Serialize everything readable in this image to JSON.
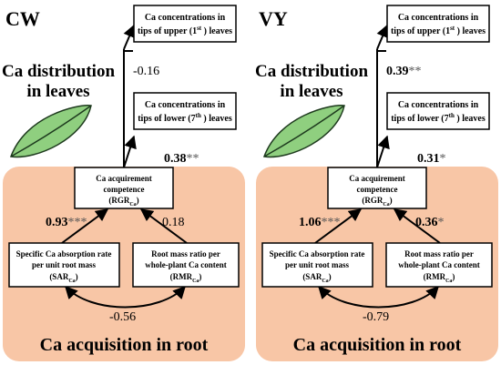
{
  "colors": {
    "root_panel_fill": "#f8c6a6",
    "leaf_fill": "#8fcf7f",
    "leaf_stroke": "#1e3a1e",
    "line": "#000000",
    "box_fill": "#ffffff",
    "sig_star": "#555555"
  },
  "panels": [
    {
      "id": "cw",
      "title": "CW",
      "distribution_label_line1": "Ca distribution",
      "distribution_label_line2": "in leaves",
      "upper_box": {
        "line1": "Ca concentrations in",
        "line2_pre": "tips of upper (1",
        "line2_sup": "st",
        "line2_post": " ) leaves"
      },
      "lower_box": {
        "line1": "Ca concentrations in",
        "line2_pre": "tips of lower (7",
        "line2_sup": "th",
        "line2_post": " ) leaves"
      },
      "rgr_box": {
        "line1": "Ca acquirement",
        "line2": "competence",
        "line3_pre": "(RGR",
        "line3_sub": "Ca",
        "line3_post": ")"
      },
      "sar_box": {
        "line1": "Specific Ca absorption rate",
        "line2": "per unit root mass",
        "line3_pre": "(SAR",
        "line3_sub": "Ca",
        "line3_post": ")"
      },
      "rmr_box": {
        "line1": "Root mass ratio per",
        "line2": "whole-plant Ca content",
        "line3_pre": "(RMR",
        "line3_sub": "Ca",
        "line3_post": ")"
      },
      "coef_upper": {
        "value": "-0.16",
        "stars": "",
        "bold": false
      },
      "coef_lower": {
        "value": "0.38",
        "stars": "**",
        "bold": true
      },
      "coef_sar": {
        "value": "0.93",
        "stars": "***",
        "bold": true
      },
      "coef_rmr": {
        "value": "0.18",
        "stars": "",
        "bold": false
      },
      "coef_corr": {
        "value": "-0.56",
        "stars": "",
        "bold": false
      },
      "root_label": "Ca acquisition in root"
    },
    {
      "id": "vy",
      "title": "VY",
      "distribution_label_line1": "Ca distribution",
      "distribution_label_line2": "in leaves",
      "upper_box": {
        "line1": "Ca concentrations in",
        "line2_pre": "tips of upper (1",
        "line2_sup": "st",
        "line2_post": " ) leaves"
      },
      "lower_box": {
        "line1": "Ca concentrations in",
        "line2_pre": "tips of lower (7",
        "line2_sup": "th",
        "line2_post": " ) leaves"
      },
      "rgr_box": {
        "line1": "Ca acquirement",
        "line2": "competence",
        "line3_pre": "(RGR",
        "line3_sub": "Ca",
        "line3_post": ")"
      },
      "sar_box": {
        "line1": "Specific Ca absorption rate",
        "line2": "per unit root mass",
        "line3_pre": "(SAR",
        "line3_sub": "Ca",
        "line3_post": ")"
      },
      "rmr_box": {
        "line1": "Root mass ratio per",
        "line2": "whole-plant Ca content",
        "line3_pre": "(RMR",
        "line3_sub": "Ca",
        "line3_post": ")"
      },
      "coef_upper": {
        "value": "0.39",
        "stars": "**",
        "bold": true
      },
      "coef_lower": {
        "value": "0.31",
        "stars": "*",
        "bold": true
      },
      "coef_sar": {
        "value": "1.06",
        "stars": "***",
        "bold": true
      },
      "coef_rmr": {
        "value": "0.36",
        "stars": "*",
        "bold": true
      },
      "coef_corr": {
        "value": "-0.79",
        "stars": "",
        "bold": false
      },
      "root_label": "Ca acquisition in root"
    }
  ]
}
